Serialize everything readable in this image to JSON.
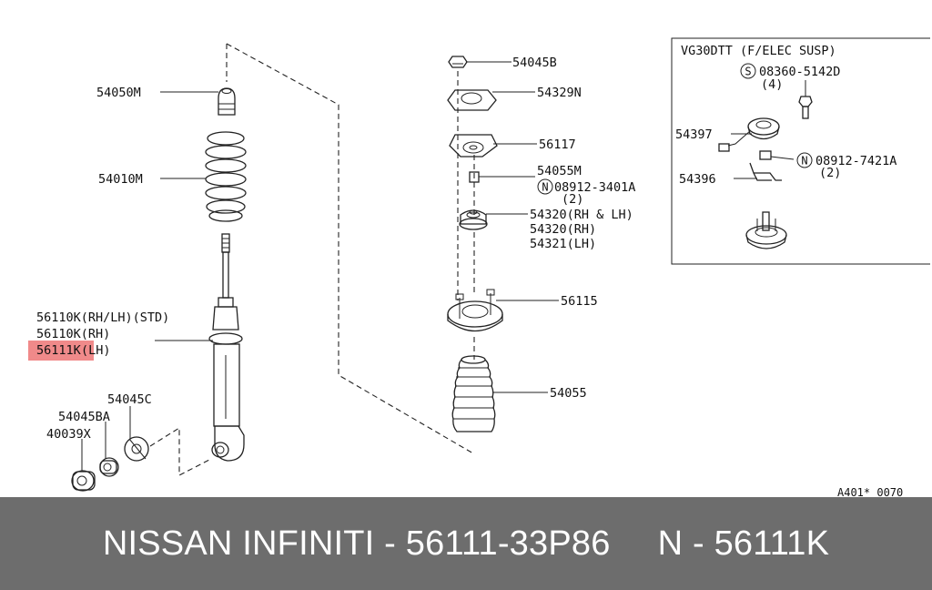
{
  "labels": {
    "p54050m": "54050M",
    "p54010m": "54010M",
    "p56110k_std": "56110K(RH/LH)(STD)",
    "p56110k_rh": "56110K(RH)",
    "p56111k": "56111K",
    "p56111k_lh": "(LH)",
    "p54045c": "54045C",
    "p54045ba": "54045BA",
    "p40039x": "40039X",
    "p54045b": "54045B",
    "p54329n": "54329N",
    "p56117": "56117",
    "p54055m": "54055M",
    "p08912_3401a": "08912-3401A",
    "qty2a": "(2)",
    "p54320_rhlh": "54320(RH & LH)",
    "p54320_rh": "54320(RH)",
    "p54321_lh": "54321(LH)",
    "p56115": "56115",
    "p54055": "54055",
    "inset_title": "VG30DTT (F/ELEC SUSP)",
    "p08360_5142d": "08360-5142D",
    "qty4": "(4)",
    "p54397": "54397",
    "p08912_7421a": "08912-7421A",
    "qty2b": "(2)",
    "p54396": "54396",
    "ref_code": "A401* 0070",
    "sym_s": "S",
    "sym_n": "N"
  },
  "highlight_color": "#f08a8a",
  "footer": {
    "brand": "NISSAN INFINITI - 56111-33P86",
    "ref": "N - 56111K"
  }
}
